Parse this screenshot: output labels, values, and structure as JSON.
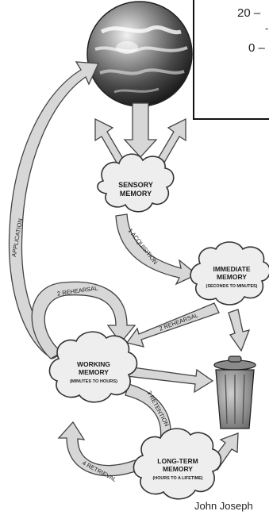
{
  "chart_fragment": {
    "ticks": [
      "20 –",
      "0 –"
    ],
    "minor_tick": "-"
  },
  "nodes": {
    "sensory": [
      "SENSORY",
      "MEMORY"
    ],
    "immediate": [
      "IMMEDIATE",
      "MEMORY"
    ],
    "immediate_sub": "(SECONDS TO MINUTES)",
    "working": [
      "WORKING",
      "MEMORY"
    ],
    "working_sub": "(MINUTES TO HOURS)",
    "longterm": [
      "LONG-TERM",
      "MEMORY"
    ],
    "longterm_sub": "(HOURS TO A LIFETIME)"
  },
  "arrows": {
    "acquisition": "1  ACQUISITION",
    "rehearsal_loop": "2  REHEARSAL",
    "rehearsal_back": "2  REHEARSAL",
    "retention": "3  RETENTION",
    "retrieval": "4  RETRIEVAL",
    "application": "APPLICATION"
  },
  "credit": "John Joseph",
  "colors": {
    "arrow_fill": "#d7d7d7",
    "arrow_stroke": "#444444",
    "cloud_fill": "#eeeeee",
    "text": "#1a1a1a"
  }
}
